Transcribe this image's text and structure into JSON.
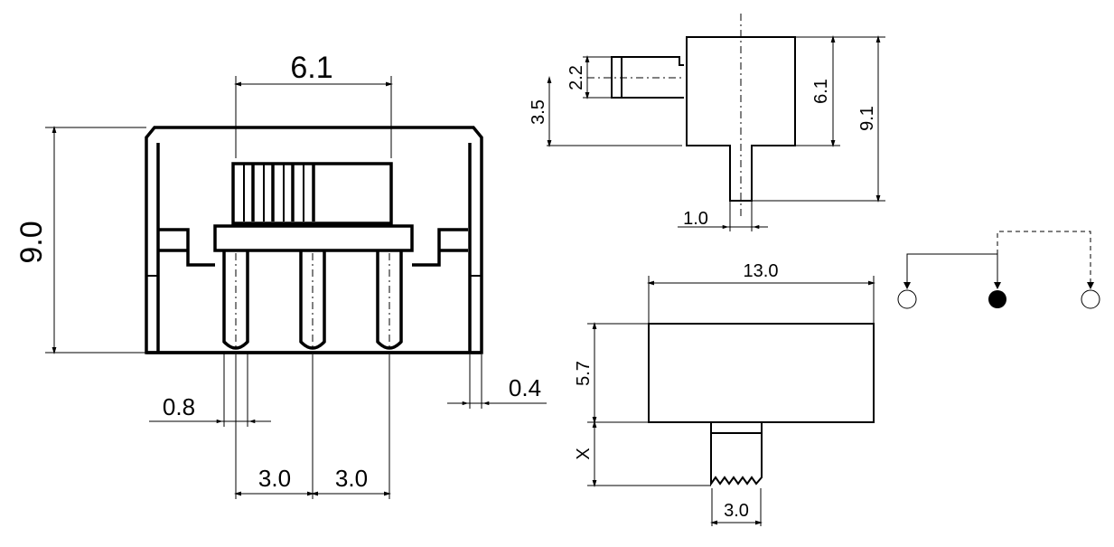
{
  "front_view": {
    "width_knob": "6.1",
    "height": "9.0",
    "pin_width": "0.8",
    "pitch_left": "3.0",
    "pitch_right": "3.0",
    "wall": "0.4"
  },
  "side_view": {
    "knob_height": "2.2",
    "knob_offset": "3.5",
    "body_height": "6.1",
    "total_height": "9.1",
    "pin_width": "1.0"
  },
  "bottom_view": {
    "length": "13.0",
    "body_depth": "5.7",
    "actuator_length": "X",
    "actuator_width": "3.0"
  },
  "schematic": {
    "terminals": [
      "open",
      "common",
      "open"
    ]
  }
}
